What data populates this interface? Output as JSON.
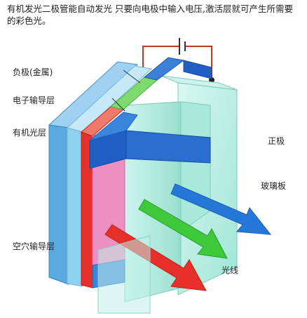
{
  "caption": "有机发光二极管能自动发光 只要向电极中输入电压,激活层就可产生所需要的彩色光。",
  "labels": {
    "cathode": "负极(金属)",
    "electron_transport": "电子输导层",
    "organic_emissive": "有机光层",
    "anode": "正极",
    "glass": "玻璃板",
    "hole_transport": "空穴输导层",
    "light": "光线"
  },
  "colors": {
    "cathode": "#5aa9e0",
    "electron_layer": "#8fd0ee",
    "emissive_red": "#e8302a",
    "emissive_pink": "#ee8fc4",
    "green_band": "#7ddb6e",
    "blue_band": "#1f5fc4",
    "glass": "#bff0e6",
    "wire": "#c0392b",
    "arrow_blue": "#2577d8",
    "arrow_green": "#3ec93a",
    "arrow_red": "#e8302a"
  }
}
